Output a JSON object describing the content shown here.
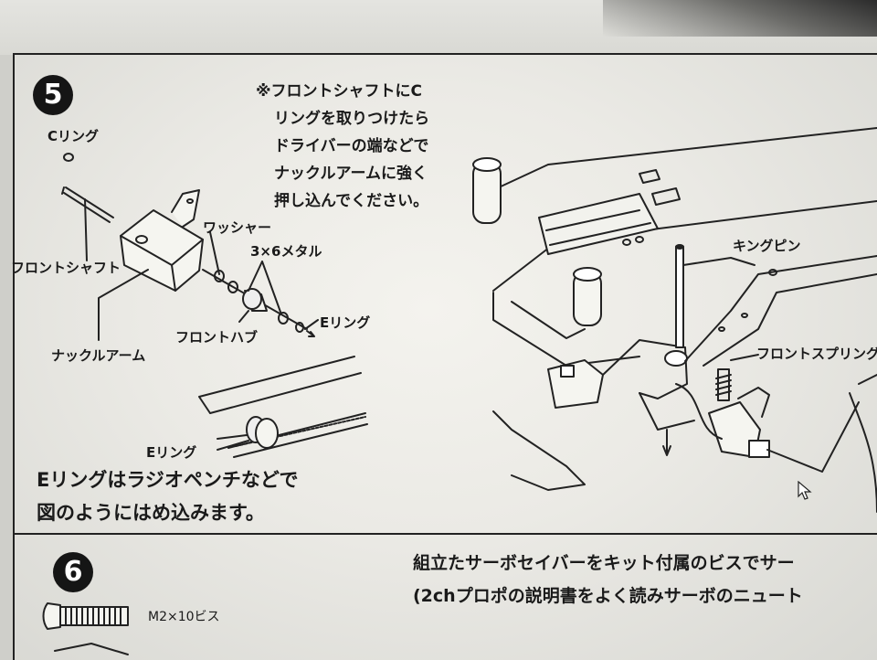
{
  "step5": {
    "number": "5",
    "note_lines": [
      "※フロントシャフトにC",
      "リングを取りつけたら",
      "ドライバーの端などで",
      "ナックルアームに強く",
      "押し込んでください。"
    ],
    "labels": {
      "c_ring": "Cリング",
      "front_shaft": "フロントシャフト",
      "washer": "ワッシャー",
      "metal": "3×6メタル",
      "e_ring": "Eリング",
      "front_hub": "フロントハブ",
      "knuckle_arm": "ナックルアーム",
      "e_ring_detail": "Eリング",
      "king_pin": "キングピン",
      "front_spring": "フロントスプリング"
    },
    "caption_lines": [
      "Eリングはラジオペンチなどで",
      "図のようにはめ込みます。"
    ]
  },
  "step6": {
    "number": "6",
    "screw_label": "M2×10ビス",
    "text_lines": [
      "組立たサーボセイバーをキット付属のビスでサー",
      "(2chプロポの説明書をよく読みサーボのニュート"
    ]
  }
}
